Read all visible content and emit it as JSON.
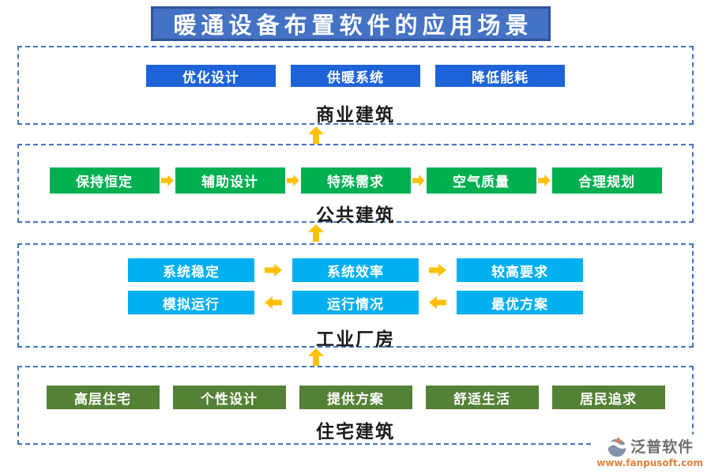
{
  "title": {
    "text": "暖通设备布置软件的应用场景"
  },
  "sections": [
    {
      "label": "商业建筑",
      "items": [
        "优化设计",
        "供暖系统",
        "降低能耗"
      ]
    },
    {
      "label": "公共建筑",
      "items": [
        "保持恒定",
        "辅助设计",
        "特殊需求",
        "空气质量",
        "合理规划"
      ],
      "flow_direction": "right"
    },
    {
      "label": "工业厂房",
      "rows": [
        {
          "items": [
            "系统稳定",
            "系统效率",
            "较高要求"
          ],
          "flow_direction": "right"
        },
        {
          "items": [
            "模拟运行",
            "运行情况",
            "最优方案"
          ],
          "flow_direction": "left"
        }
      ]
    },
    {
      "label": "住宅建筑",
      "items": [
        "高层住宅",
        "个性设计",
        "提供方案",
        "舒适生活",
        "居民追求"
      ]
    }
  ],
  "logo": {
    "name": "泛普软件",
    "url": "www.fanpusoft.com"
  },
  "icons": {
    "up_arrow": "up-arrow",
    "right_arrow": "right-arrow",
    "left_arrow": "left-arrow",
    "logo_mark": "fanpu-logo-icon"
  },
  "colors": {
    "banner_fill": "#4472C4",
    "banner_border": "#2F5597",
    "box_border": "#4472C4",
    "blue_node": "#1E64D8",
    "green_node": "#00B050",
    "cyan_node": "#00B0F0",
    "olive_node": "#538135",
    "arrow": "#FFC000",
    "logo_text": "#6E6E6E",
    "logo_url": "#E2823C"
  }
}
